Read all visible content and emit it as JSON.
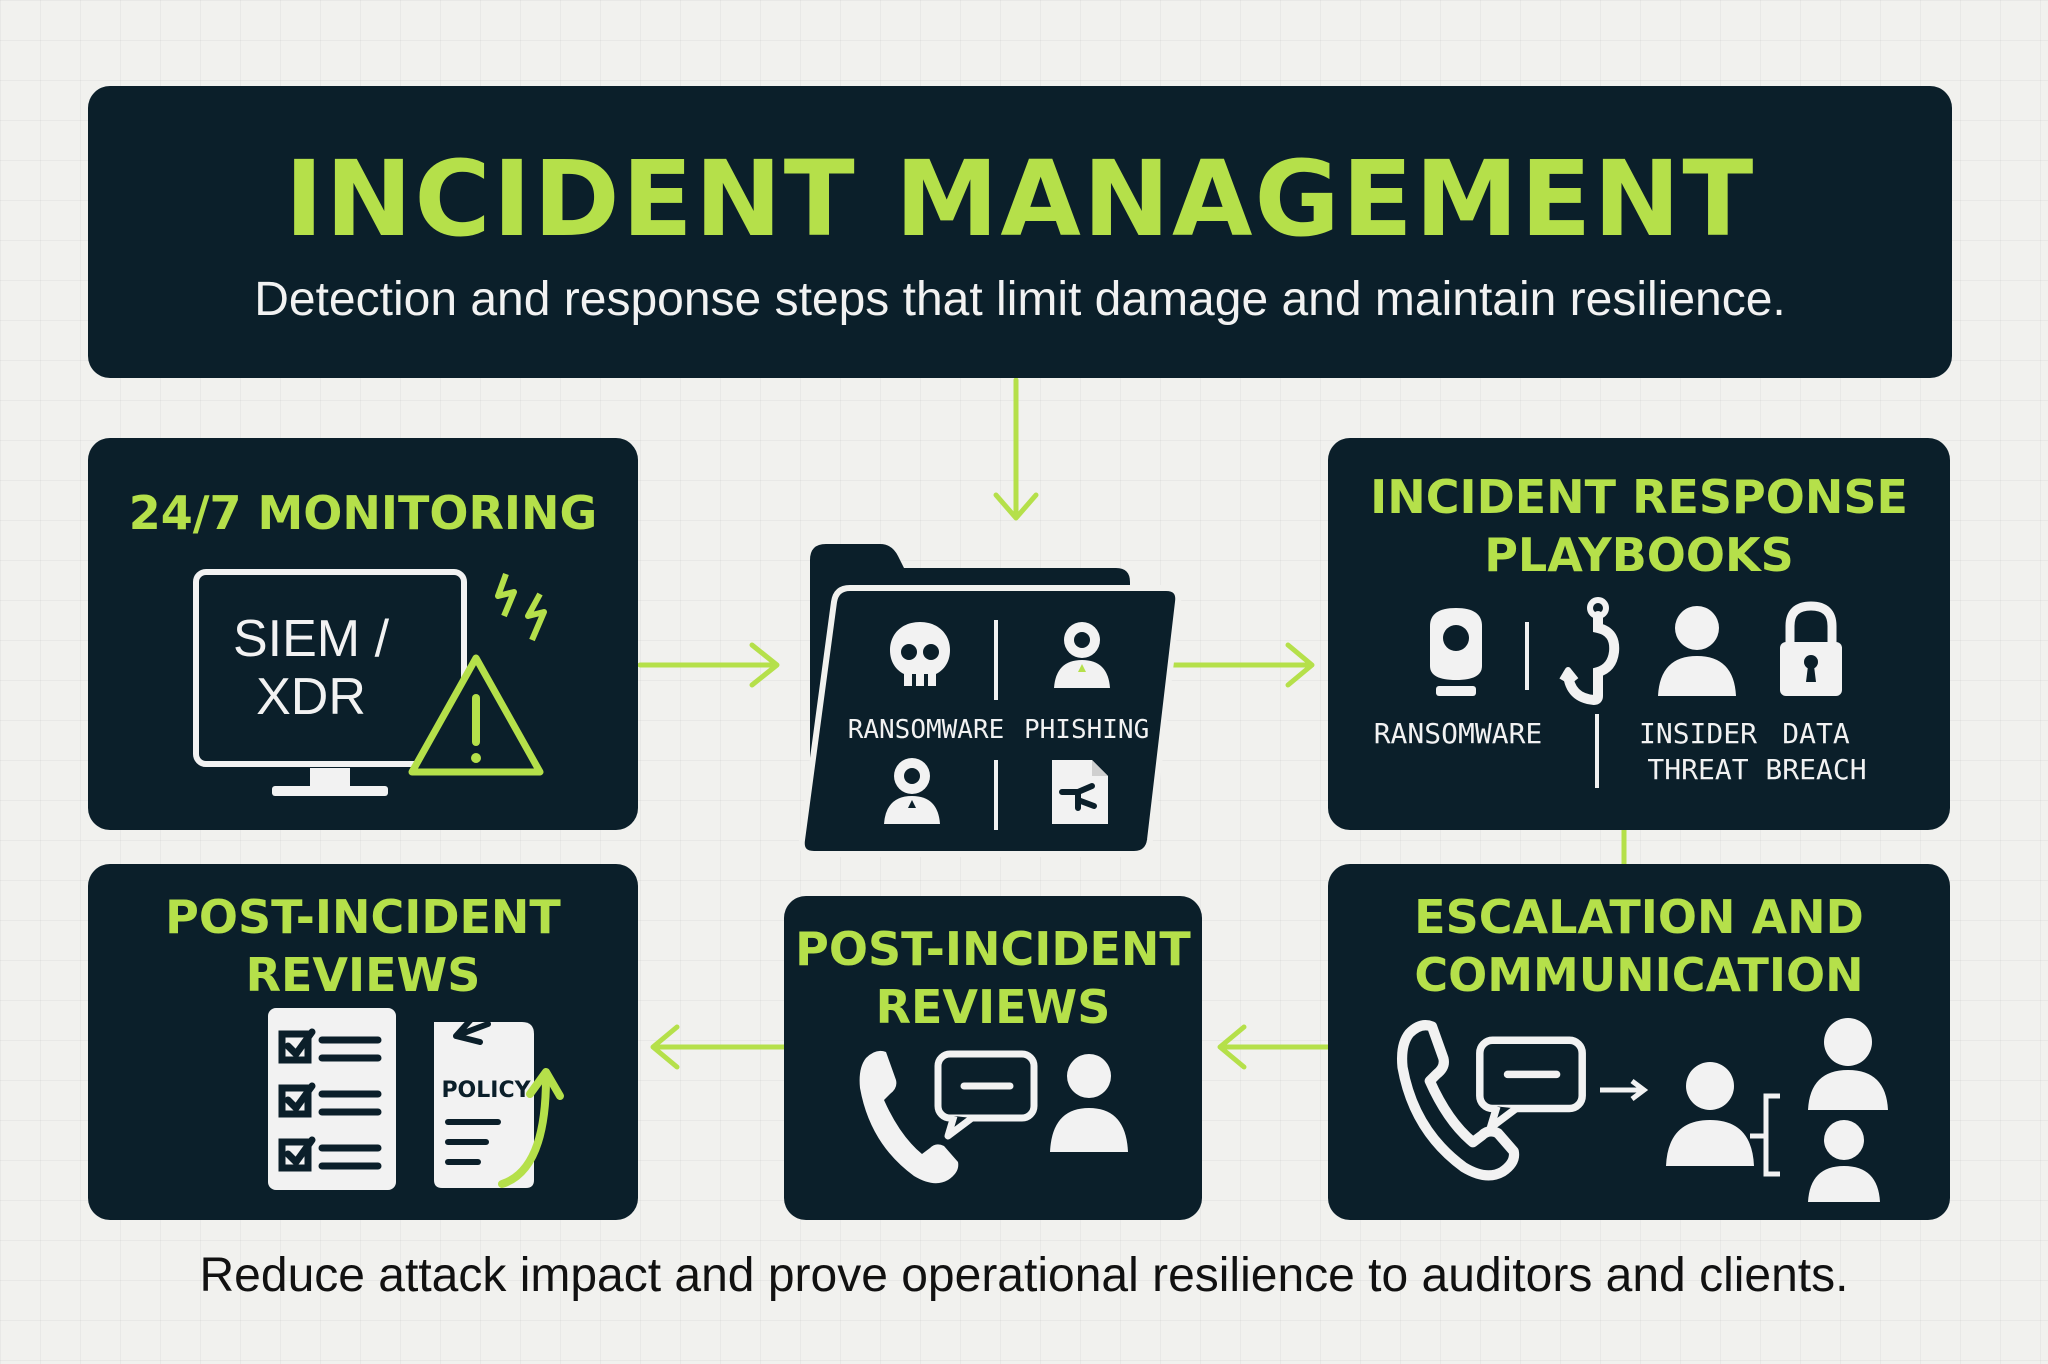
{
  "header": {
    "title": "INCIDENT MANAGEMENT",
    "subtitle": "Detection and response steps that limit damage and maintain resilience."
  },
  "monitoring": {
    "title": "24/7 MONITORING",
    "screen_line1": "SIEM /",
    "screen_line2": "XDR"
  },
  "folder": {
    "labels": [
      "RANSOMWARE",
      "PHISHING"
    ]
  },
  "playbooks": {
    "title_line1": "INCIDENT RESPONSE",
    "title_line2": "PLAYBOOKS",
    "labels": {
      "ransomware": "RANSOMWARE",
      "insider_line1": "INSIDER",
      "insider_line2": "THREAT",
      "breach_line1": "DATA",
      "breach_line2": "BREACH"
    }
  },
  "reviews_left": {
    "title_line1": "POST-INCIDENT",
    "title_line2": "REVIEWS",
    "policy_label": "POLICY"
  },
  "reviews_center": {
    "title_line1": "POST-INCIDENT",
    "title_line2": "REVIEWS"
  },
  "escalation": {
    "title_line1": "ESCALATION AND",
    "title_line2": "COMMUNICATION"
  },
  "footer": {
    "text": "Reduce attack impact and prove operational resilience to auditors and clients."
  },
  "colors": {
    "panel": "#0b1f2a",
    "accent": "#b5e04a",
    "icon": "#f2f2f2",
    "background": "#f1f1ee"
  }
}
